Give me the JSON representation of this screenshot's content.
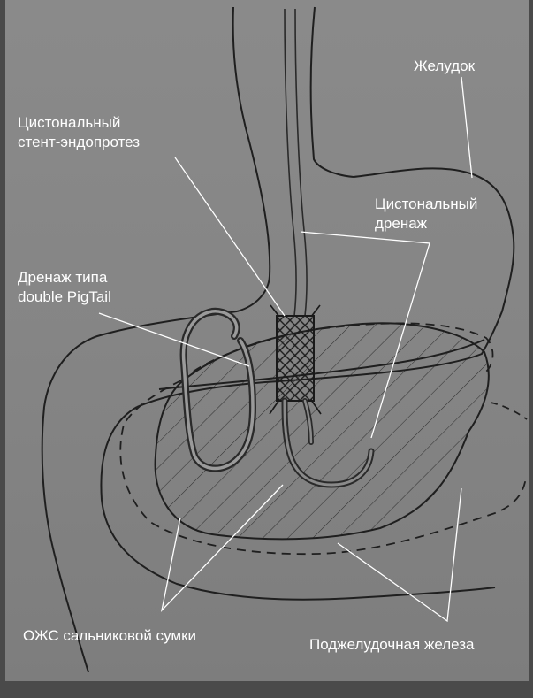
{
  "labels": {
    "stomach": "Желудок",
    "cystonal_stent": [
      "Цистональный",
      "стент-эндопротез"
    ],
    "cystonal_drain": [
      "Цистональный",
      "дренаж"
    ],
    "pigtail_drain": [
      "Дренаж типа",
      "double PigTail"
    ],
    "bursa": "ОЖС сальниковой сумки",
    "pancreas": "Поджелудочная железа"
  },
  "colors": {
    "background": "#8a8a8a",
    "ink": "#1f1f1f",
    "label_text": "#ffffff",
    "leader_lines": "#ffffff"
  }
}
